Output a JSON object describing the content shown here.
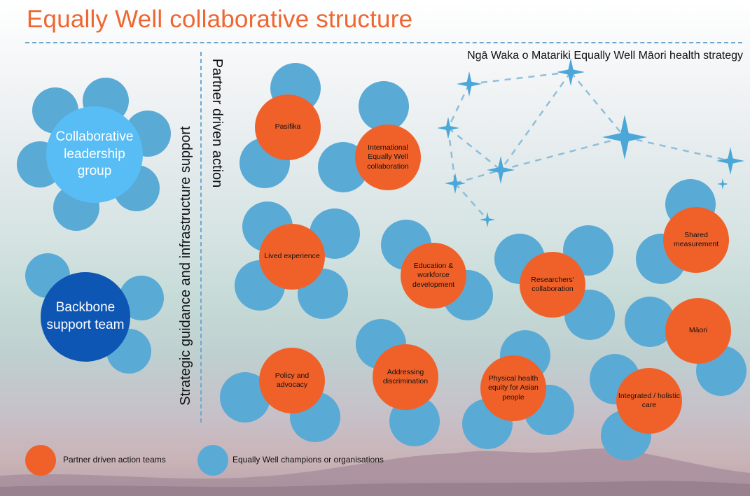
{
  "title": "Equally Well collaborative structure",
  "vertical_labels": {
    "partner": "Partner driven action",
    "strategic": "Strategic guidance and infrastructure support"
  },
  "matariki_heading": "Ngā Waka o Matariki Equally Well Māori health strategy",
  "left_groups": {
    "collaborative": "Collaborative leadership group",
    "backbone": "Backbone support team"
  },
  "teams": {
    "pasifika": "Pasifika",
    "international": "International Equally Well collaboration",
    "lived": "Lived experience",
    "education": "Education & workforce development",
    "researchers": "Researchers' collaboration",
    "shared": "Shared measurement",
    "maori": "Māori",
    "policy": "Policy and advocacy",
    "discrimination": "Addressing discrimination",
    "asian": "Physical health equity for Asian people",
    "integrated": "Integrated / holistic care"
  },
  "legend": {
    "orange_label": "Partner driven action teams",
    "blue_label": "Equally Well champions or organisations"
  },
  "colors": {
    "orange": "#f0612a",
    "blue": "#5aaad6",
    "light_blue": "#58bdf4",
    "dark_blue": "#0d56b4",
    "title": "#ef6630"
  },
  "icons": [
    "star-icon"
  ]
}
